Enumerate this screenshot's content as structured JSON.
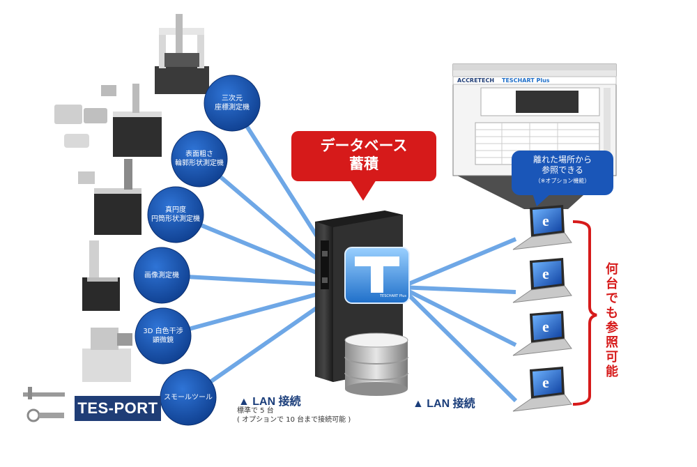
{
  "instruments": [
    {
      "label": "三次元\n座標測定機"
    },
    {
      "label": "表面粗さ\n輪郭形状測定機"
    },
    {
      "label": "真円度\n円筒形状測定機"
    },
    {
      "label": "画像測定機"
    },
    {
      "label": "3D 白色干渉\n顕微鏡"
    },
    {
      "label": "スモールツール"
    }
  ],
  "tesport": "TES-PORT",
  "database_title": "データベース\n蓄積",
  "lan_left": {
    "title": "▲ LAN 接続",
    "note": "標準で 5 台\n( オプションで 10 台まで接続可能 )"
  },
  "lan_right": {
    "title": "▲ LAN 接続"
  },
  "callout": {
    "main": "離れた場所から\n参照できる",
    "option": "（※オプション機能）"
  },
  "vertical_note": "何台でも参照可能",
  "server_logo": {
    "letter": "T",
    "caption": "TESCHART Plus"
  },
  "browser": {
    "brand": "ACCRETECH",
    "product": "TESCHART Plus"
  },
  "colors": {
    "node": "#1a56b8",
    "red": "#d61a1a",
    "navy": "#1f3d76",
    "line": "#6ea7e6"
  }
}
